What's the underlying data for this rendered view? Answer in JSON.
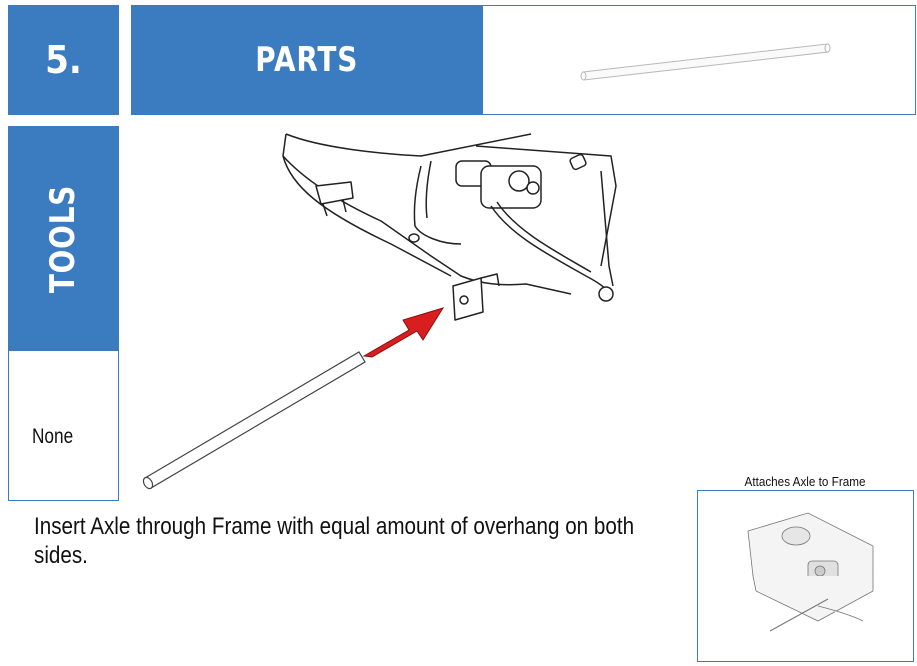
{
  "step": {
    "number": "5."
  },
  "parts": {
    "title": "PARTS",
    "image_icon": "axle-rod-icon"
  },
  "tools": {
    "title": "TOOLS",
    "items": [
      "None"
    ]
  },
  "main_image": {
    "icon": "axle-into-frame-illustration",
    "arrow_color": "#d81e1e"
  },
  "instruction": {
    "text": "Insert Axle through Frame with equal amount of overhang on both sides."
  },
  "thumbnail": {
    "caption": "Attaches Axle to Frame",
    "icon": "assembled-frame-thumbnail"
  },
  "colors": {
    "accent": "#3b7bbf",
    "arrow": "#d81e1e"
  }
}
